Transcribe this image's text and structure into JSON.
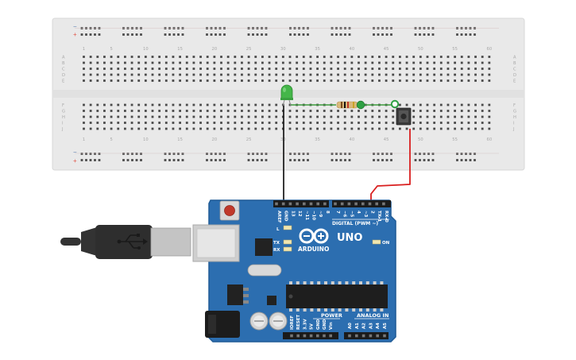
{
  "colors": {
    "breadboard": "#e9e9e9",
    "breadboard_edge": "#d8d8d8",
    "hole": "#4a4a4a",
    "rail_red": "#e2564a",
    "rail_blue": "#5d7fb0",
    "board_blue": "#2c6eb0",
    "board_edge": "#1e5a96",
    "wire_black": "#222222",
    "wire_red": "#d91e1e",
    "led_green": "#44b649",
    "node_green": "#2ea043"
  },
  "breadboard": {
    "column_numbers": [
      "1",
      "5",
      "10",
      "15",
      "20",
      "25",
      "30",
      "35",
      "40",
      "45",
      "50",
      "55",
      "60"
    ],
    "top_rows": [
      "A",
      "B",
      "C",
      "D",
      "E"
    ],
    "bottom_rows": [
      "F",
      "G",
      "H",
      "I",
      "J"
    ],
    "rail_minus": "−",
    "rail_plus": "+"
  },
  "arduino": {
    "model": "UNO",
    "brand": "ARDUINO",
    "digital_header": "DIGITAL (PWM ~)",
    "power_header": "POWER",
    "analog_header": "ANALOG IN",
    "on_led": "ON",
    "led_l": "L",
    "led_tx": "TX",
    "led_rx": "RX",
    "digital_pins": [
      "AREF",
      "GND",
      "13",
      "12",
      "~11",
      "~10",
      "~9",
      "8",
      "7",
      "~6",
      "~5",
      "4",
      "~3",
      "2",
      "TX▸1",
      "RX◂0"
    ],
    "power_pins": [
      "IOREF",
      "RESET",
      "3.3V",
      "5V",
      "GND",
      "GND",
      "Vin"
    ],
    "analog_pins": [
      "A0",
      "A1",
      "A2",
      "A3",
      "A4",
      "A5"
    ]
  }
}
